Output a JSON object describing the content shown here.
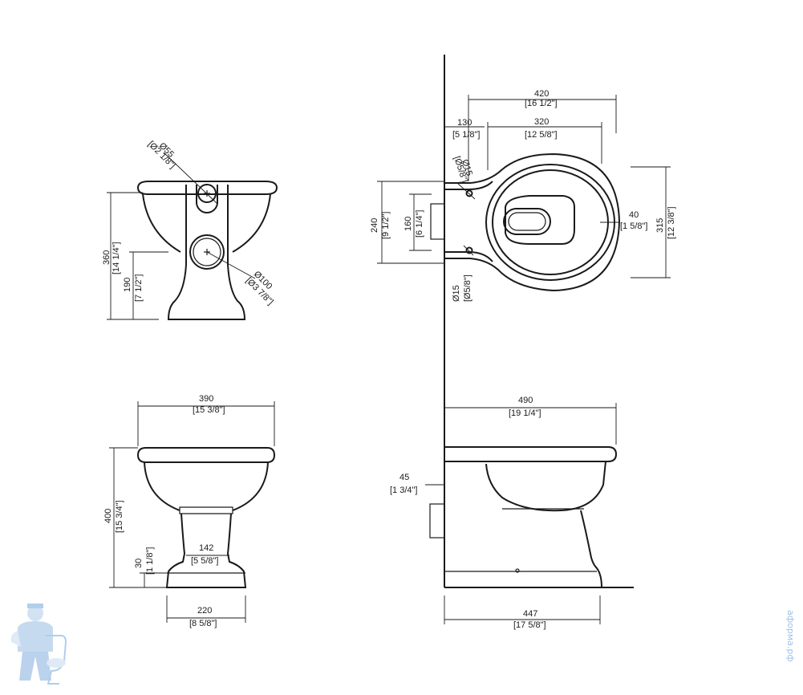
{
  "diagram": {
    "top_left": {
      "d55": "Ø55",
      "d55_in": "[Ø2 1/8\"]",
      "d100": "Ø100",
      "d100_in": "[Ø3 7/8\"]",
      "h360": "360",
      "h360_in": "[14 1/4\"]",
      "h190": "190",
      "h190_in": "[7 1/2\"]"
    },
    "top_right": {
      "w420": "420",
      "w420_in": "[16 1/2\"]",
      "w320": "320",
      "w320_in": "[12 5/8\"]",
      "w130": "130",
      "w130_in": "[5 1/8\"]",
      "d15a": "Ø15",
      "d15a_in": "[Ø5/8\"]",
      "d15b": "Ø15",
      "d15b_in": "[Ø5/8\"]",
      "h240": "240",
      "h240_in": "[9 1/2\"]",
      "h160": "160",
      "h160_in": "[6 1/4\"]",
      "w40": "40",
      "w40_in": "[1 5/8\"]",
      "h315": "315",
      "h315_in": "[12 3/8\"]"
    },
    "bottom_left": {
      "w390": "390",
      "w390_in": "[15 3/8\"]",
      "h400": "400",
      "h400_in": "[15 3/4\"]",
      "w142": "142",
      "w142_in": "[5 5/8\"]",
      "h30": "30",
      "h30_in": "[1 1/8\"]",
      "w220": "220",
      "w220_in": "[8 5/8\"]"
    },
    "bottom_right": {
      "w490": "490",
      "w490_in": "[19 1/4\"]",
      "h45": "45",
      "h45_in": "[1 3/4\"]",
      "w447": "447",
      "w447_in": "[17 5/8\"]"
    }
  },
  "watermark": {
    "text": "аформа.рф",
    "icon": "plumber-with-toilet-icon",
    "color": "#9ec3e8"
  }
}
